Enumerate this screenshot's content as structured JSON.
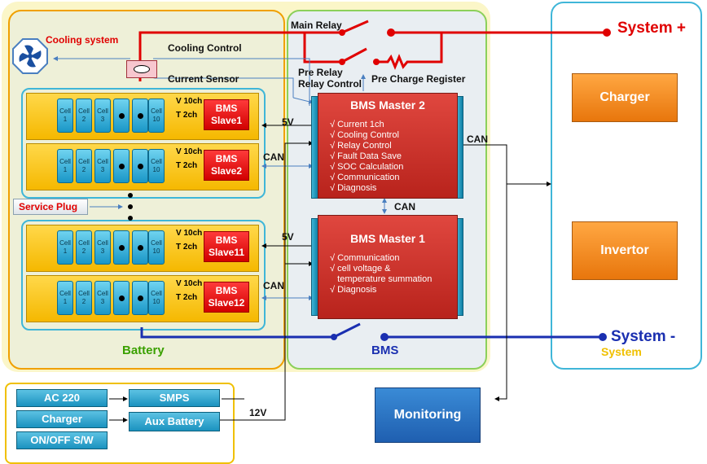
{
  "top": {
    "cooling_system": "Cooling  system",
    "cooling_control": "Cooling Control",
    "current_sensor": "Current Sensor",
    "main_relay": "Main Relay",
    "pre_relay": "Pre Relay",
    "relay_control": "Relay Control",
    "pre_charge_register": "Pre Charge Register",
    "system_plus": "System  +",
    "system_minus": "System  -",
    "system_sub": "System"
  },
  "battery": {
    "label": "Battery",
    "service_plug": "Service  Plug",
    "cells": [
      "Cell\n1",
      "Cell\n2",
      "Cell\n3",
      "Cell\n10"
    ],
    "cell_labels": [
      "Cell",
      "1",
      "Cell",
      "2",
      "Cell",
      "3",
      "Cell",
      "10"
    ],
    "v_label": "V 10ch",
    "t_label": "T 2ch",
    "slaves": [
      "BMS Slave1",
      "BMS Slave2",
      "BMS Slave11",
      "BMS Slave12"
    ],
    "slave_lines": [
      [
        "BMS",
        "Slave1"
      ],
      [
        "BMS",
        "Slave2"
      ],
      [
        "BMS",
        "Slave11"
      ],
      [
        "BMS",
        "Slave12"
      ]
    ],
    "five_v": "5V",
    "can": "CAN"
  },
  "bms": {
    "label": "BMS",
    "master2_title": "BMS Master 2",
    "master2_items": [
      "√ Current 1ch",
      "√ Cooling Control",
      "√ Relay Control",
      "√ Fault Data Save",
      "√ SOC Calculation",
      "√ Communication",
      "√ Diagnosis"
    ],
    "master1_title": "BMS Master 1",
    "master1_items": [
      "√ Communication",
      "√ cell voltage &",
      "   temperature summation",
      "√ Diagnosis"
    ],
    "can": "CAN"
  },
  "right": {
    "charger": "Charger",
    "invertor": "Invertor",
    "monitoring": "Monitoring"
  },
  "power": {
    "ac220": "AC 220",
    "charger": "Charger",
    "onoff": "ON/OFF S/W",
    "smps": "SMPS",
    "aux": "Aux Battery",
    "twelve_v": "12V"
  },
  "colors": {
    "battery_panel": "#eef0d8",
    "bms_panel": "#e9eef2",
    "system_red": "#e00000",
    "system_blue": "#1a2fb0",
    "accent_orange": "#f0a000"
  }
}
